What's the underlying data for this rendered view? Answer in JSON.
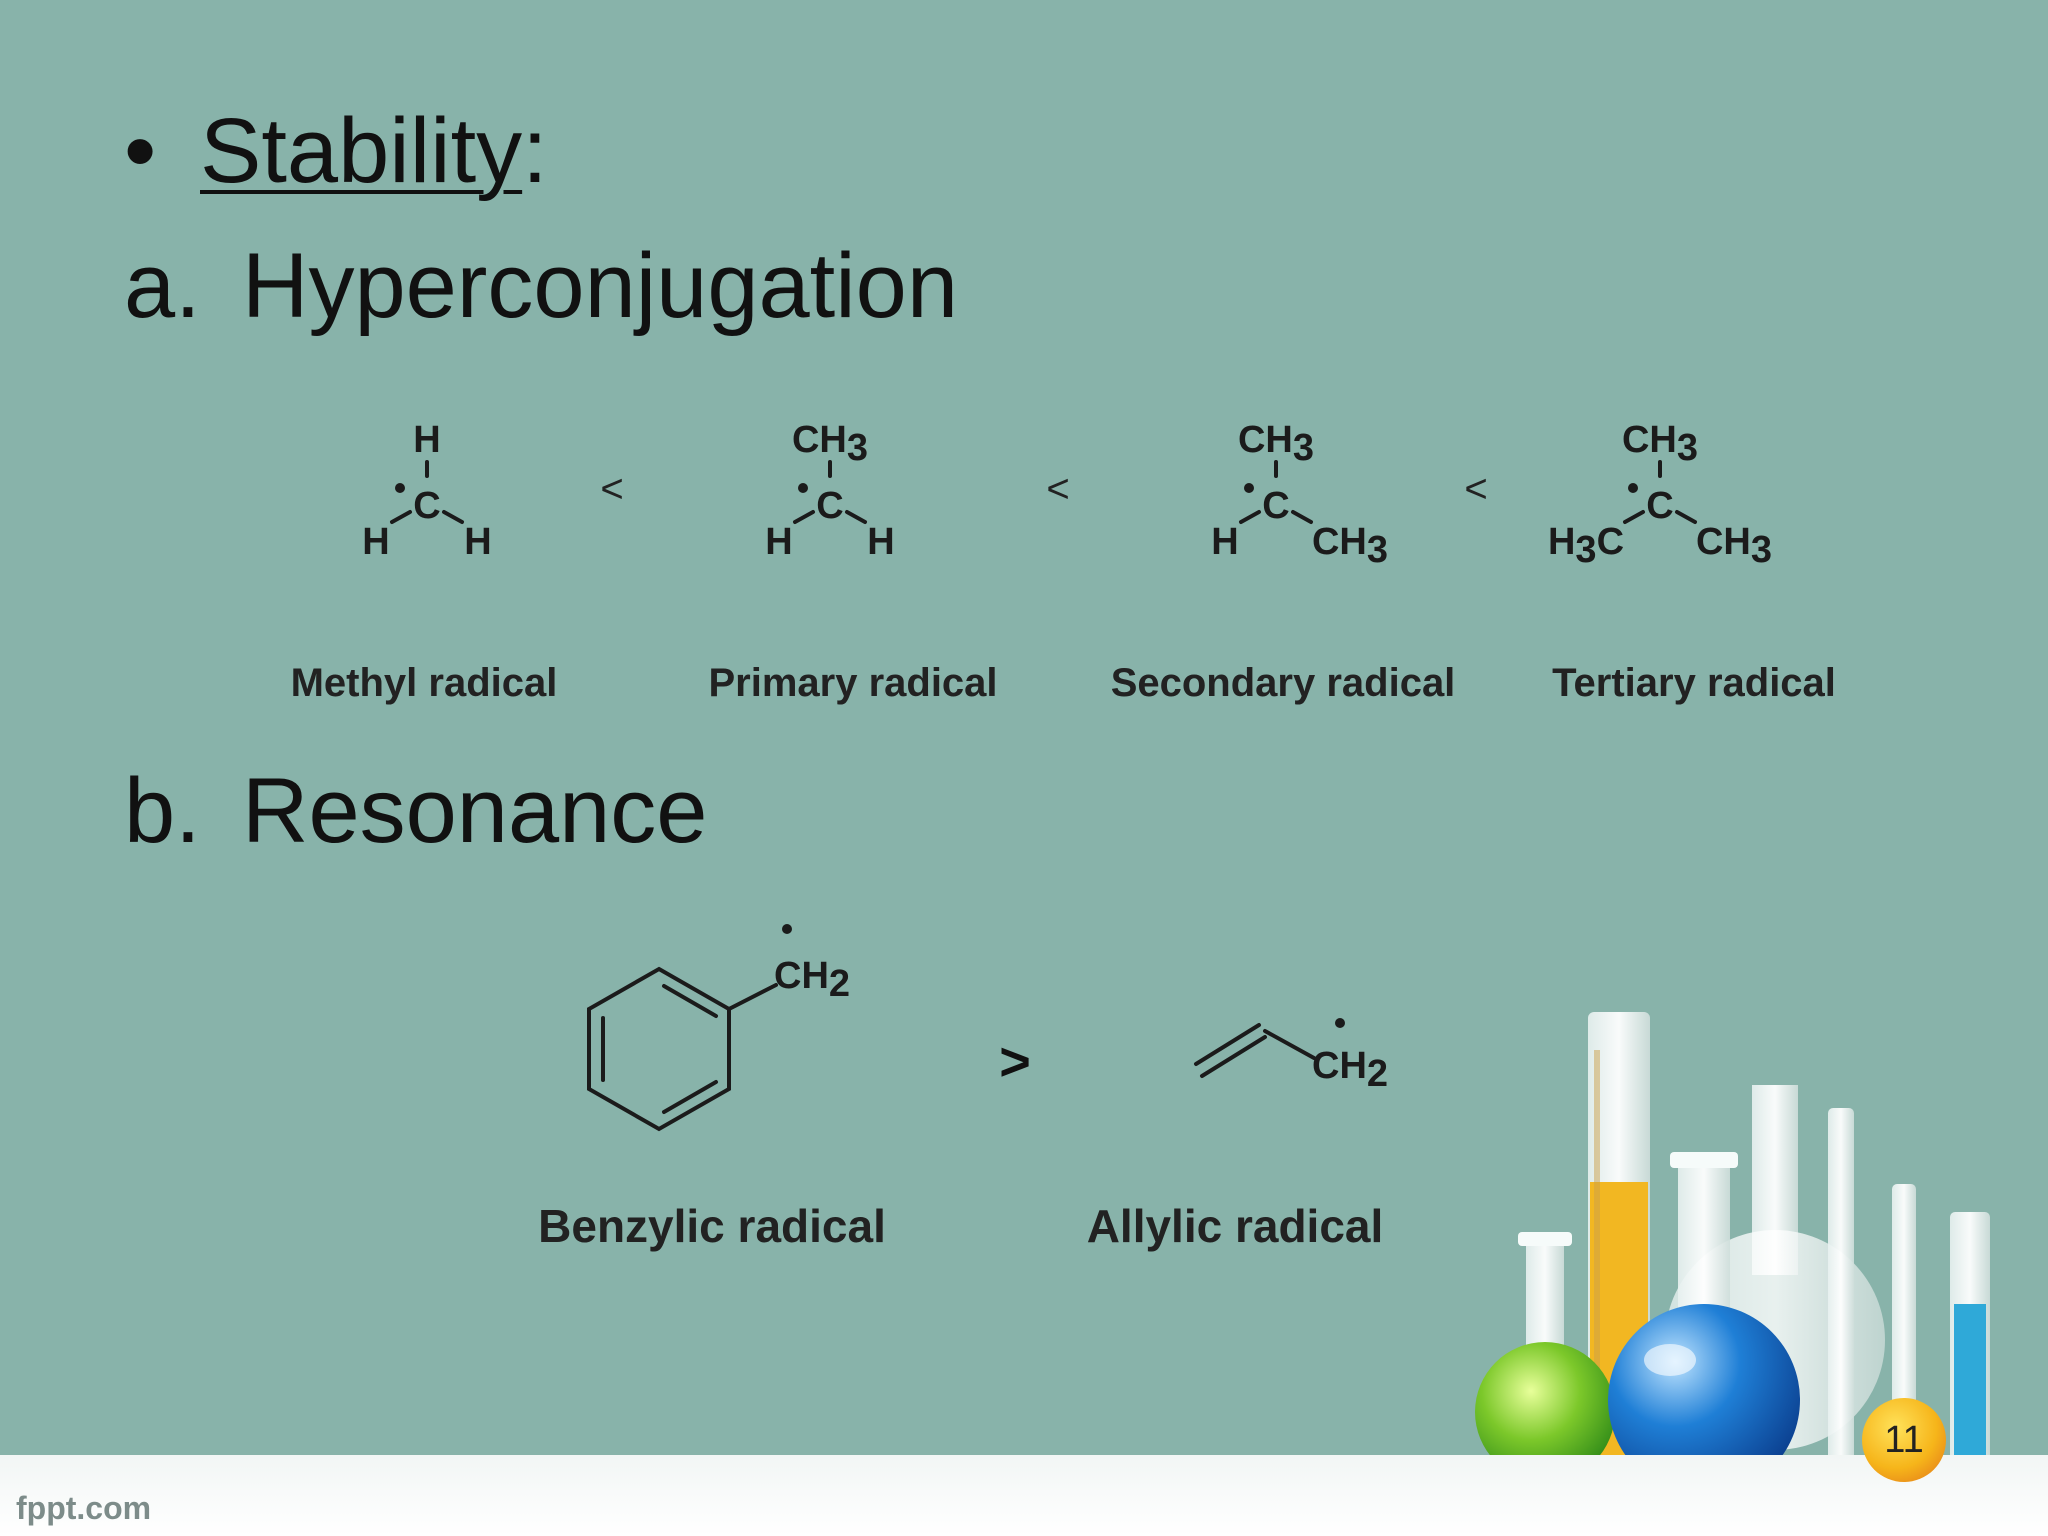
{
  "slide": {
    "bullet": {
      "symbol": "•",
      "title": "Stability",
      "colon": ":"
    },
    "items": [
      {
        "marker": "a.",
        "text": "Hyperconjugation"
      },
      {
        "marker": "b.",
        "text": "Resonance"
      }
    ],
    "hyperconjugation": {
      "radicals": [
        {
          "label": "Methyl radical",
          "top": "H",
          "left": "H",
          "right": "H"
        },
        {
          "label": "Primary radical",
          "top": "CH3",
          "left": "H",
          "right": "H"
        },
        {
          "label": "Secondary radical",
          "top": "CH3",
          "left": "H",
          "right": "CH3"
        },
        {
          "label": "Tertiary radical",
          "top": "CH3",
          "left": "H3C",
          "right": "CH3"
        }
      ],
      "comparator": "<"
    },
    "resonance": {
      "radicals": [
        {
          "label": "Benzylic radical",
          "group": "CH2"
        },
        {
          "label": "Allylic radical",
          "group": "CH2"
        }
      ],
      "comparator": ">"
    },
    "center_atom": "C",
    "footer_brand": "fppt.com",
    "page_number": "11"
  },
  "colors": {
    "background": "#88b3aa",
    "text": "#111111",
    "footer": "#f2f6f5",
    "page_badge": "#f6b51a"
  }
}
